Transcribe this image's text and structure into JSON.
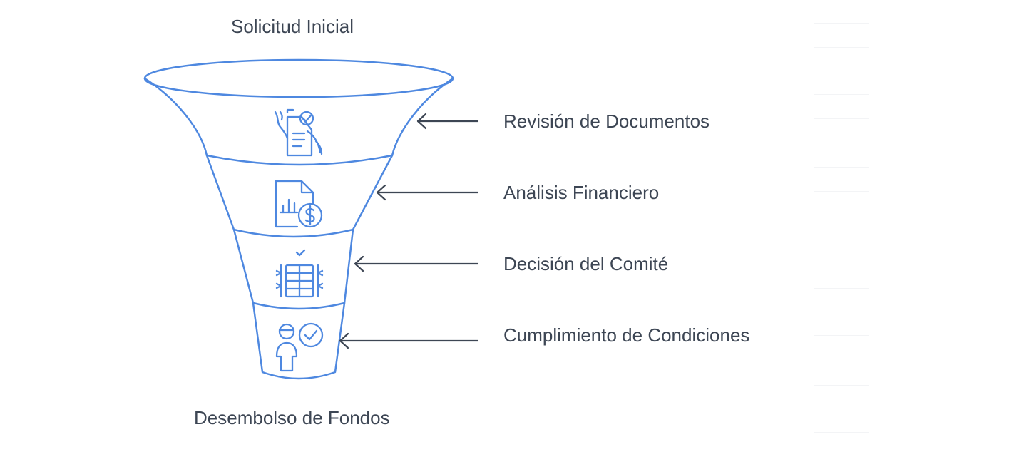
{
  "diagram": {
    "type": "funnel",
    "input_label": "Solicitud Inicial",
    "output_label": "Desembolso de Fondos",
    "stages": [
      {
        "label": "Revisión de Documentos",
        "icon": "document-review-icon"
      },
      {
        "label": "Análisis Financiero",
        "icon": "financial-report-icon"
      },
      {
        "label": "Decisión del Comité",
        "icon": "committee-decision-icon"
      },
      {
        "label": "Cumplimiento de Condiciones",
        "icon": "person-check-icon"
      }
    ]
  },
  "colors": {
    "funnel_stroke": "#4e88e0",
    "text": "#3d4654",
    "arrow": "#3d4654"
  }
}
